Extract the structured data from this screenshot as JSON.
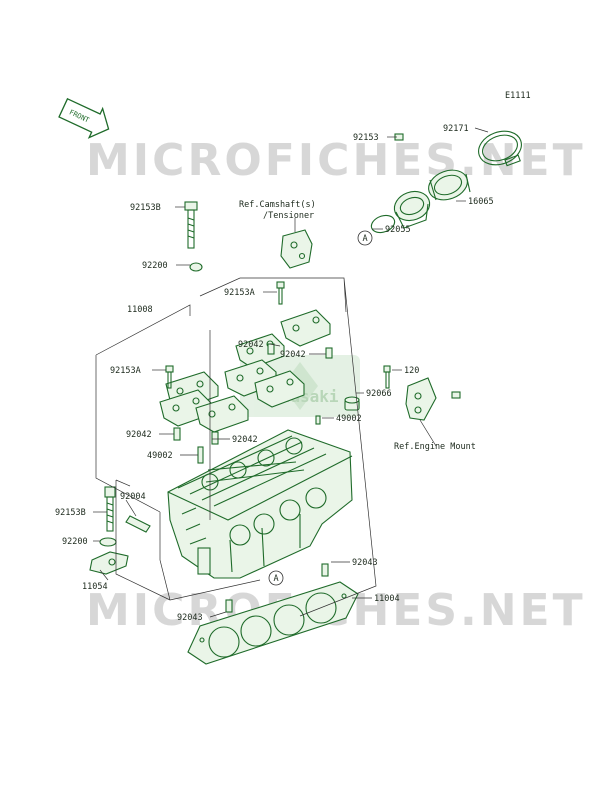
{
  "diagram_code": "E1111",
  "front_arrow_label": "FRONT",
  "watermark_text": "MICROFICHES.NET",
  "logo_text": "Kawasaki",
  "callout_marker": "A",
  "refs": {
    "camshaft_line1": "Ref.Camshaft(s)",
    "camshaft_line2": "/Tensioner",
    "engine_mount": "Ref.Engine Mount"
  },
  "part_numbers": {
    "p92153_top": "92153",
    "p92171": "92171",
    "p16065": "16065",
    "p92055": "92055",
    "p92153B_top": "92153B",
    "p92200_top": "92200",
    "p92153A_mid": "92153A",
    "p11008": "11008",
    "p92042_a": "92042",
    "p92042_b": "92042",
    "p92153A_left": "92153A",
    "p120": "120",
    "p92066": "92066",
    "p49002_right": "49002",
    "p92042_c": "92042",
    "p92042_d": "92042",
    "p49002_left": "49002",
    "p92004": "92004",
    "p92153B_bot": "92153B",
    "p92200_bot": "92200",
    "p11054": "11054",
    "p92043_right": "92043",
    "p11004": "11004",
    "p92043_bot": "92043"
  }
}
